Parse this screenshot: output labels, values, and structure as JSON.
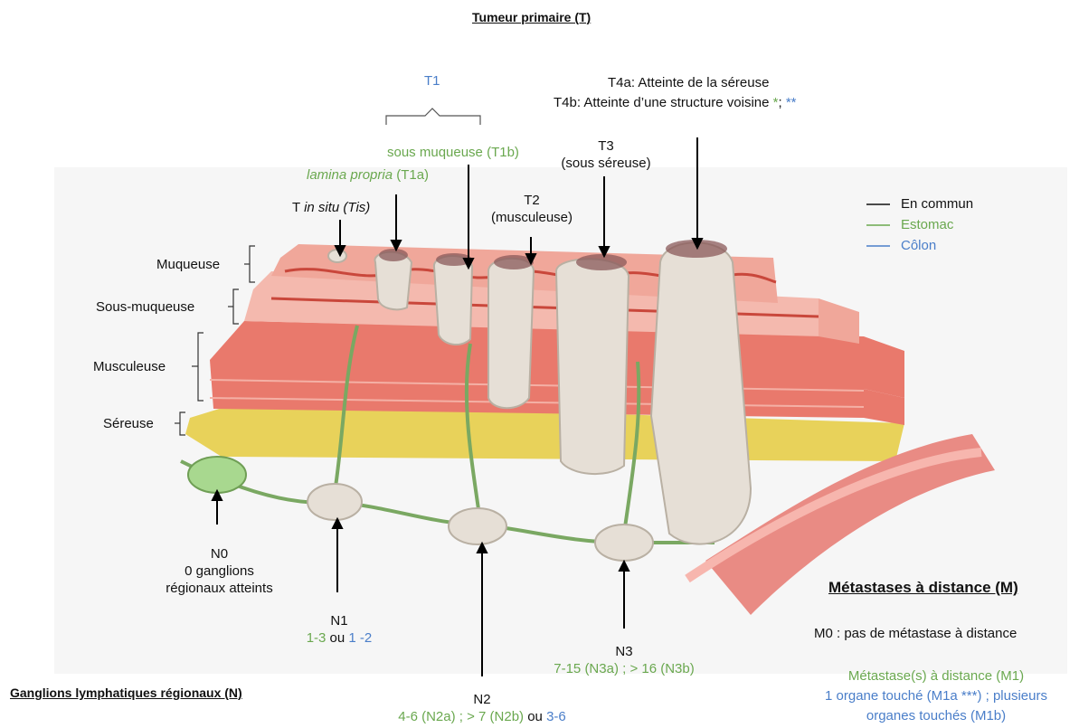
{
  "colors": {
    "common": "#111111",
    "stomach": "#6aa84f",
    "colon": "#4a7ec9",
    "tissue_pink": "#f0a79a",
    "muscle": "#e9796c",
    "serosa": "#e8d25a",
    "tumor": "#e6dfd6",
    "lymph": "#7aa862"
  },
  "header": {
    "title": "Tumeur primaire (T)"
  },
  "t_labels": {
    "t1": "T1",
    "t4a": "T4a: Atteinte de la séreuse",
    "t4b_prefix": "T4b: Atteinte d’une structure voisine",
    "t4b_star_green": "*",
    "t4b_sep": ";",
    "t4b_star_blue": "**",
    "t1b": "sous muqueuse (T1b)",
    "t1a_italic": "lamina propria",
    "t1a_suffix": " (T1a)",
    "tis_prefix": "T ",
    "tis_italic": "in situ (Tis)",
    "t2_line1": "T2",
    "t2_line2": "(musculeuse)",
    "t3_line1": "T3",
    "t3_line2": "(sous séreuse)"
  },
  "legend": [
    {
      "label": "En commun",
      "color": "#111111"
    },
    {
      "label": "Estomac",
      "color": "#6aa84f"
    },
    {
      "label": "Côlon",
      "color": "#4a7ec9"
    }
  ],
  "layers": [
    "Muqueuse",
    "Sous-muqueuse",
    "Musculeuse",
    "Séreuse"
  ],
  "n_labels": {
    "n0_title": "N0",
    "n0_line2": "0 ganglions",
    "n0_line3": "régionaux atteints",
    "n1_title": "N1",
    "n1_green": "1-3",
    "n1_or": " ou ",
    "n1_blue": "1 -2",
    "n2_title": "N2",
    "n2_green": "4-6 (N2a) ; > 7 (N2b)",
    "n2_or": " ou ",
    "n2_blue": "3-6",
    "n3_title": "N3",
    "n3_green": "7-15 (N3a) ; > 16 (N3b)",
    "section": "Ganglions lymphatiques régionaux (N)"
  },
  "m_labels": {
    "title": "Métastases à distance (M)",
    "m0": "M0 : pas de métastase à distance",
    "m1": "Métastase(s) à distance (M1)",
    "m1a": "1 organe touché (M1a ***) ; plusieurs",
    "m1b": "organes touchés (M1b)"
  }
}
